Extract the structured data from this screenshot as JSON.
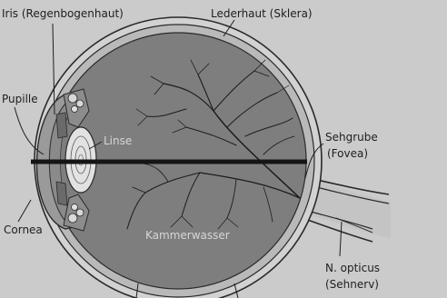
{
  "diagram": {
    "labels": {
      "iris": "Iris (Regenbogenhaut)",
      "sclera": "Lederhaut (Sklera)",
      "pupil": "Pupille",
      "lens": "Linse",
      "fovea_line1": "Sehgrube",
      "fovea_line2": "(Fovea)",
      "cornea": "Cornea",
      "aqueous": "Kammerwasser",
      "optic_line1": "N. opticus",
      "optic_line2": "(Sehnerv)"
    },
    "colors": {
      "background": "#cbcbcb",
      "eye_fill": "#7e7e7e",
      "outline": "#2a2a2a",
      "axis": "#151515"
    }
  }
}
